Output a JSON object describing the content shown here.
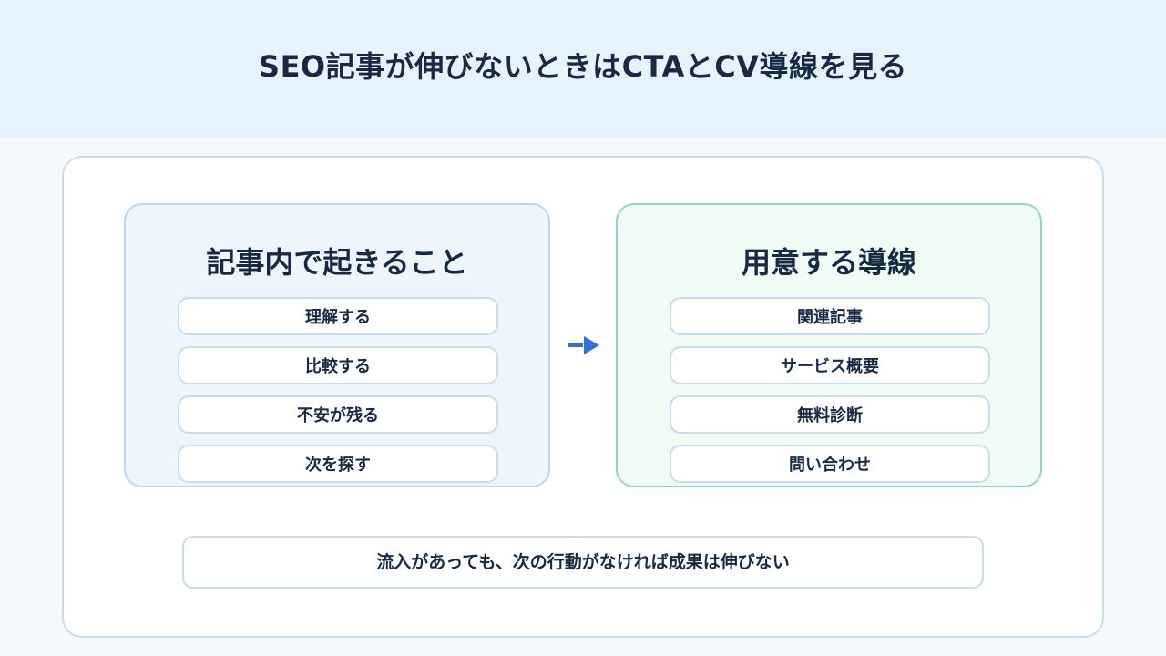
{
  "header": {
    "title": "SEO記事が伸びないときはCTAとCV導線を見る"
  },
  "left_card": {
    "title": "記事内で起きること",
    "items": [
      "理解する",
      "比較する",
      "不安が残る",
      "次を探す"
    ]
  },
  "right_card": {
    "title": "用意する導線",
    "items": [
      "関連記事",
      "サービス概要",
      "無料診断",
      "問い合わせ"
    ]
  },
  "footer": {
    "text": "流入があっても、次の行動がなければ成果は伸びない"
  },
  "colors": {
    "header_bg": "#e6f3fd",
    "left_card_bg": "#eef6fd",
    "right_card_bg": "#effdf6",
    "right_card_border": "#93d8b4",
    "arrow": "#2f6fde",
    "text": "#172a45"
  },
  "icons": {
    "flow_arrow": "arrow-right-icon"
  }
}
